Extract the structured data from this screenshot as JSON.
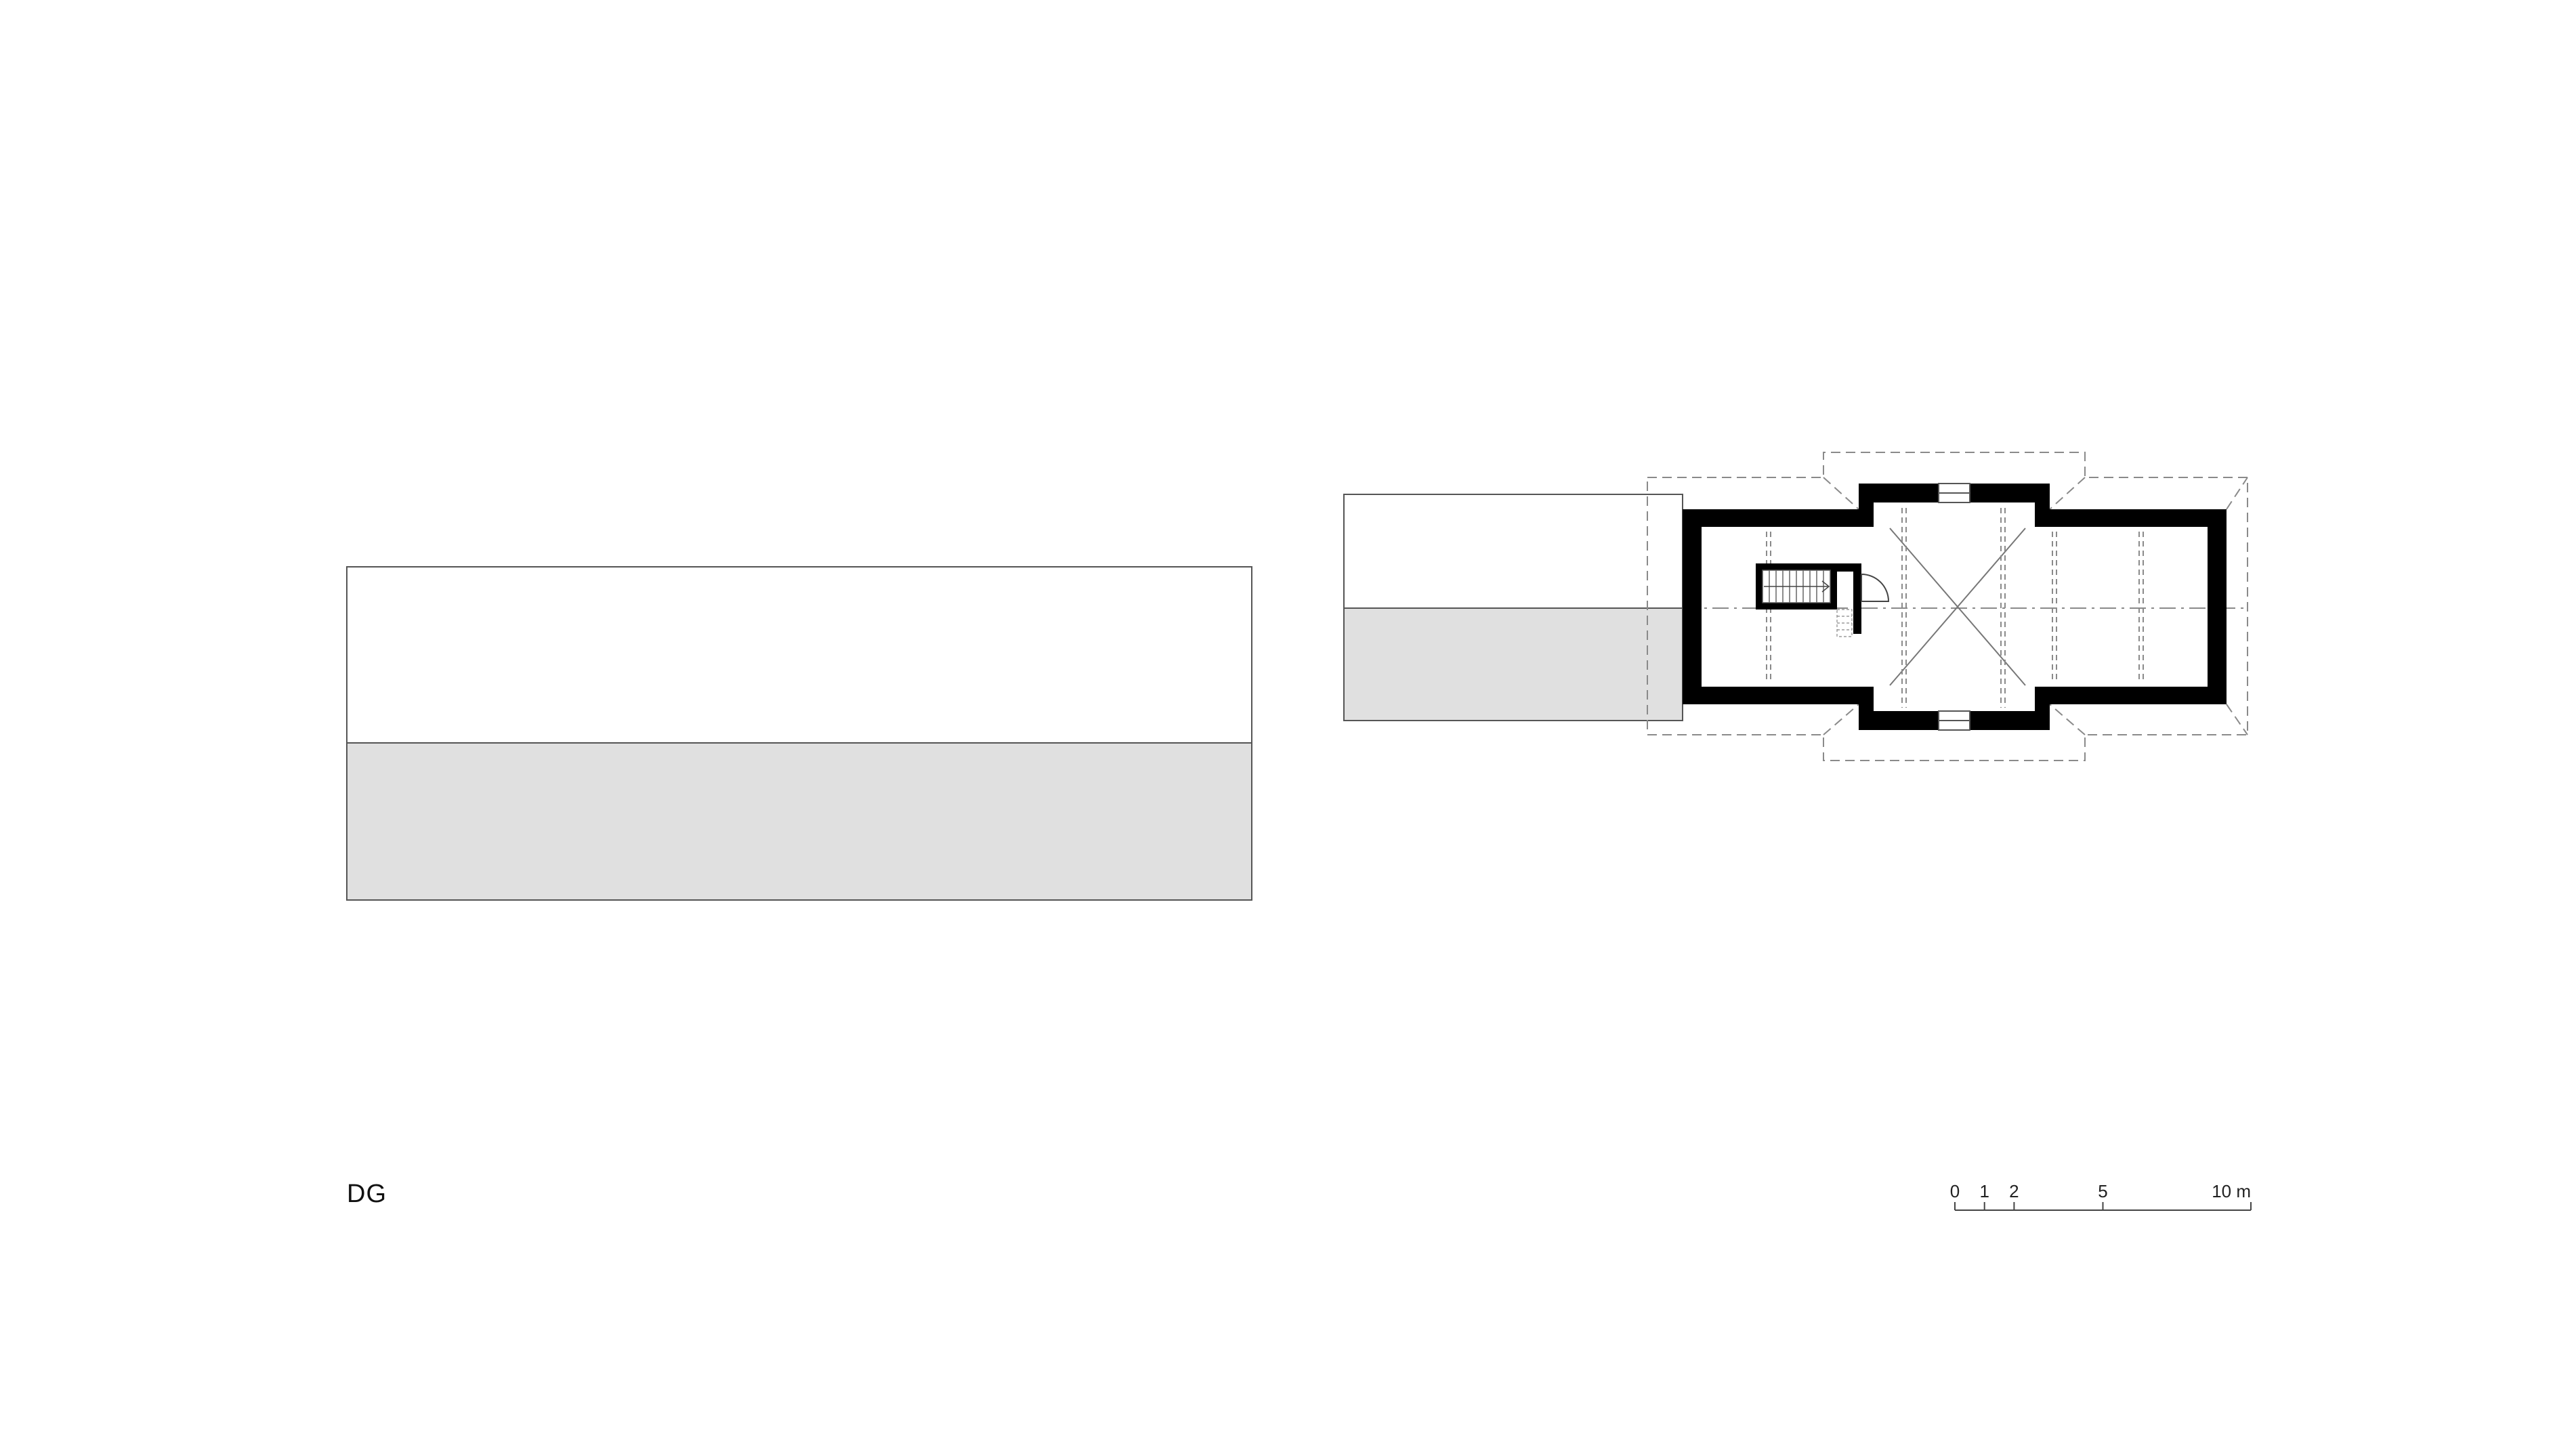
{
  "drawing": {
    "level_label": "DG",
    "scale_bar": {
      "unit": "m",
      "ticks": [
        {
          "value": 0,
          "label": "0"
        },
        {
          "value": 1,
          "label": "1"
        },
        {
          "value": 2,
          "label": "2"
        },
        {
          "value": 5,
          "label": "5"
        },
        {
          "value": 10,
          "label": "10 m"
        }
      ]
    }
  },
  "colors": {
    "wall": "#000000",
    "line": "#555555",
    "dashed": "#8a8a8a",
    "shade": "#e0e0e0",
    "background": "#ffffff"
  }
}
